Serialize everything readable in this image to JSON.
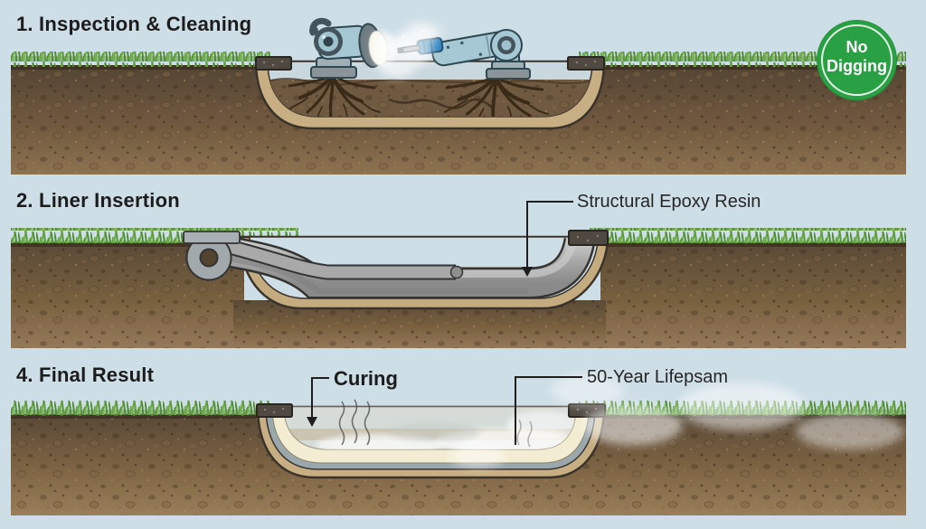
{
  "background_color": "#cedee6",
  "badge": {
    "line1": "No",
    "line2": "Digging",
    "color": "#2aa044"
  },
  "panels": [
    {
      "id": "inspection-cleaning",
      "title": "1. Inspection & Cleaning"
    },
    {
      "id": "liner-insertion",
      "title": "2. Liner Insertion",
      "callout": "Structural Epoxy Resin"
    },
    {
      "id": "final-result",
      "title": "4. Final Result",
      "callout_curing": "Curing",
      "callout_lifespan": "50-Year Lifepsam"
    }
  ],
  "icons": {
    "badge": "no-digging-badge",
    "panel1": [
      "inspection-camera-robot-icon",
      "jetting-robot-icon",
      "roots-icon",
      "access-cap-icon"
    ],
    "panel2": [
      "inversion-elbow-icon",
      "liner-tube-icon",
      "access-cap-icon"
    ],
    "panel3": [
      "heat-wave-icon",
      "steam-cloud-icon",
      "access-cap-icon"
    ]
  },
  "palette": {
    "sky": "#cedee6",
    "soil_dark": "#584836",
    "soil_light": "#977c58",
    "pipe_clay": "#c7ae83",
    "liner_gray": "#9e9e9e",
    "resin_cream": "#f2ecd2",
    "grass_green": "#68a546",
    "robot_blue": "#a5c8d4",
    "badge_green": "#2aa044",
    "cap_gray": "#4f4941"
  }
}
